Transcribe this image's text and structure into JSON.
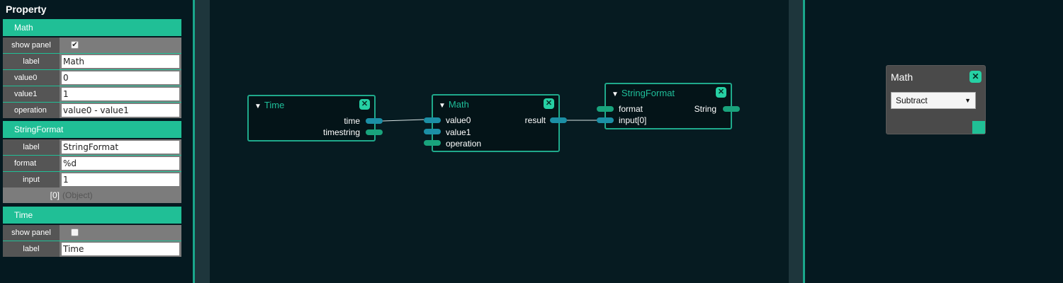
{
  "property_panel": {
    "title": "Property",
    "sections": [
      {
        "header": "Math",
        "rows": [
          {
            "label": "show panel",
            "type": "checkbox",
            "checked": true
          },
          {
            "label": "label",
            "type": "text",
            "value": "Math"
          },
          {
            "label": "value0",
            "type": "text",
            "value": "0",
            "port": true
          },
          {
            "label": "value1",
            "type": "text",
            "value": "1",
            "port": true
          },
          {
            "label": "operation",
            "type": "text",
            "value": "value0 - value1",
            "port": true
          }
        ]
      },
      {
        "header": "StringFormat",
        "rows": [
          {
            "label": "label",
            "type": "text",
            "value": "StringFormat"
          },
          {
            "label": "format",
            "type": "text",
            "value": "%d",
            "port": true
          },
          {
            "label": "input",
            "type": "text",
            "value": "1"
          },
          {
            "index": "[0]",
            "value_type": "(Object)"
          }
        ]
      },
      {
        "header": "Time",
        "rows": [
          {
            "label": "show panel",
            "type": "checkbox",
            "checked": false
          },
          {
            "label": "label",
            "type": "text",
            "value": "Time"
          }
        ]
      }
    ]
  },
  "nodes": {
    "time": {
      "title": "Time",
      "outputs": [
        "time",
        "timestring"
      ]
    },
    "math": {
      "title": "Math",
      "inputs": [
        "value0",
        "value1",
        "operation"
      ],
      "outputs": [
        "result"
      ]
    },
    "stringformat": {
      "title": "StringFormat",
      "inputs": [
        "format",
        "input[0]"
      ],
      "outputs": [
        "String"
      ]
    }
  },
  "mini_panel": {
    "title": "Math",
    "selected_operation": "Subtract"
  },
  "icons": {
    "close": "close-x-icon",
    "collapse": "triangle-down-icon",
    "checkmark": "check-icon",
    "resize": "resize-handle"
  },
  "colors": {
    "accent": "#20bf96",
    "canvas": "#061b21",
    "node_border": "#1fa98b",
    "port_blue": "#1c8fa5",
    "port_green": "#19a37c"
  }
}
